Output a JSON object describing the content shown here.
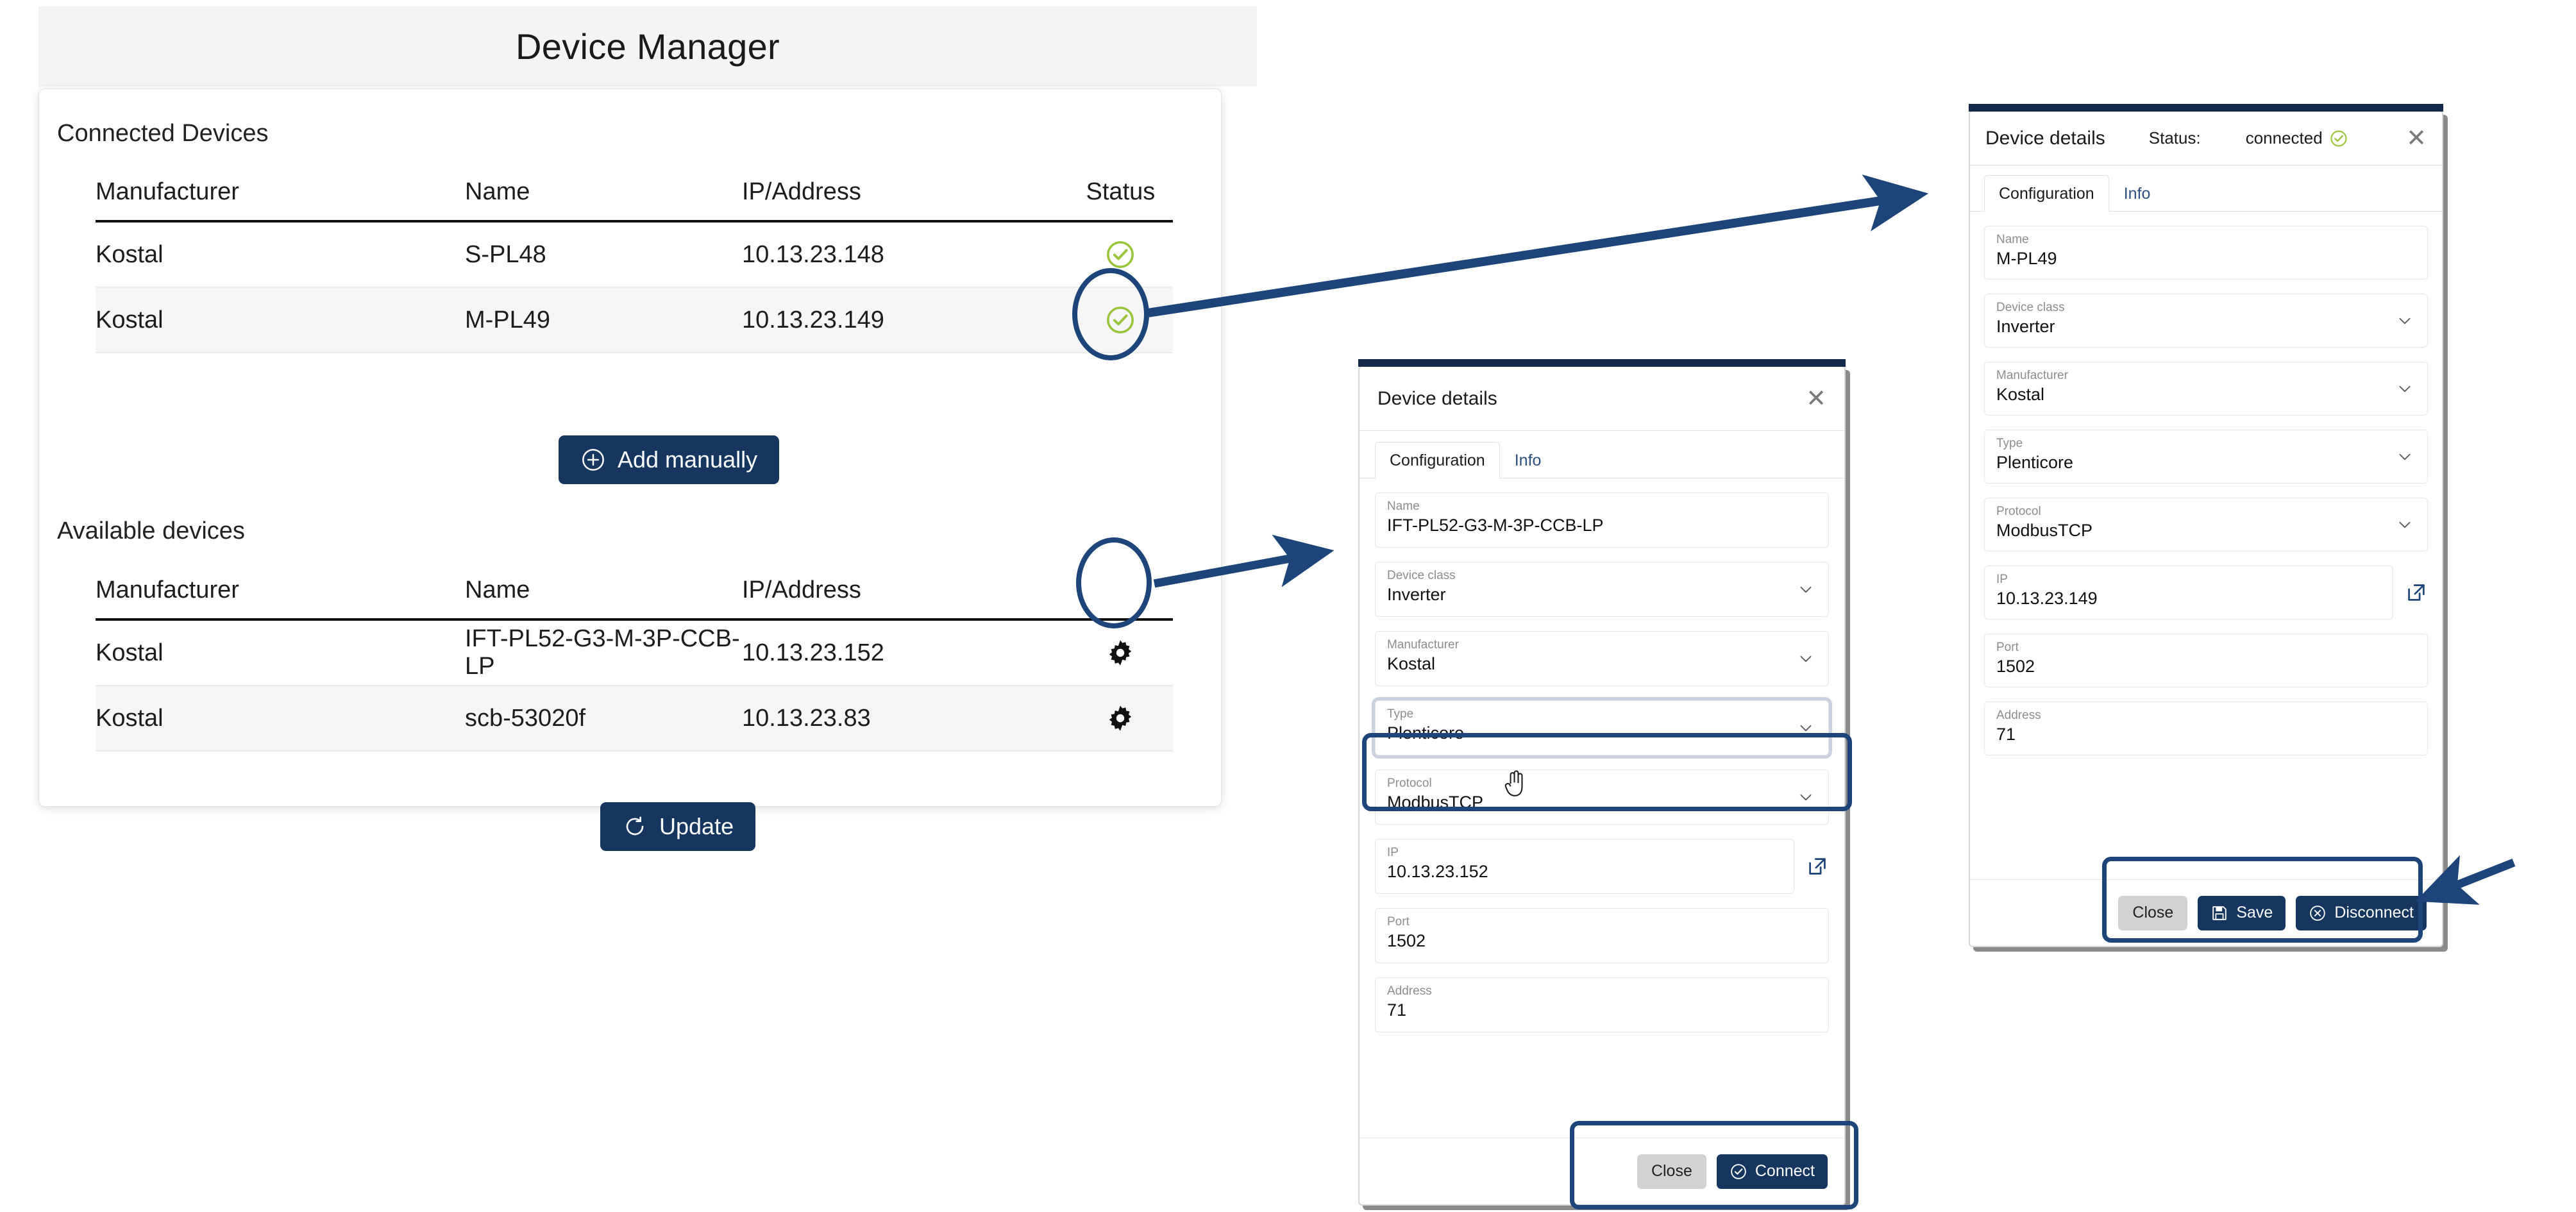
{
  "app": {
    "title": "Device Manager"
  },
  "colors": {
    "primary_navy": "#16365f",
    "annotation_blue": "#1d4579",
    "status_green": "#9ac43c",
    "header_bg": "#f4f4f4",
    "row_alt_bg": "#f6f6f6",
    "button_grey": "#d2d2d2"
  },
  "connected_section": {
    "heading": "Connected Devices",
    "columns": [
      "Manufacturer",
      "Name",
      "IP/Address",
      "Status"
    ],
    "rows": [
      {
        "manufacturer": "Kostal",
        "name": "S-PL48",
        "ip": "10.13.23.148",
        "status_icon": "check-circle-icon"
      },
      {
        "manufacturer": "Kostal",
        "name": "M-PL49",
        "ip": "10.13.23.149",
        "status_icon": "check-circle-icon"
      }
    ],
    "add_button": {
      "label": "Add manually",
      "icon": "plus-circle-icon"
    }
  },
  "available_section": {
    "heading": "Available devices",
    "columns": [
      "Manufacturer",
      "Name",
      "IP/Address"
    ],
    "rows": [
      {
        "manufacturer": "Kostal",
        "name": "IFT-PL52-G3-M-3P-CCB-LP",
        "ip": "10.13.23.152",
        "action_icon": "gear-icon"
      },
      {
        "manufacturer": "Kostal",
        "name": "scb-53020f",
        "ip": "10.13.23.83",
        "action_icon": "gear-icon"
      }
    ],
    "update_button": {
      "label": "Update",
      "icon": "refresh-icon"
    }
  },
  "dialog_available": {
    "title": "Device details",
    "close_icon": "close-icon",
    "tabs": [
      {
        "label": "Configuration",
        "active": true
      },
      {
        "label": "Info",
        "active": false
      }
    ],
    "fields": [
      {
        "label": "Name",
        "value": "IFT-PL52-G3-M-3P-CCB-LP",
        "control": "text"
      },
      {
        "label": "Device class",
        "value": "Inverter",
        "control": "select"
      },
      {
        "label": "Manufacturer",
        "value": "Kostal",
        "control": "select"
      },
      {
        "label": "Type",
        "value": "Plenticore",
        "control": "select"
      },
      {
        "label": "Protocol",
        "value": "ModbusTCP",
        "control": "select"
      },
      {
        "label": "IP",
        "value": "10.13.23.152",
        "control": "text-link"
      },
      {
        "label": "Port",
        "value": "1502",
        "control": "text"
      },
      {
        "label": "Address",
        "value": "71",
        "control": "text"
      }
    ],
    "buttons": [
      {
        "label": "Close",
        "style": "grey",
        "icon": null
      },
      {
        "label": "Connect",
        "style": "navy",
        "icon": "check-circle-icon"
      }
    ]
  },
  "dialog_connected": {
    "title": "Device details",
    "status_label": "Status:",
    "status_value": "connected",
    "status_icon": "check-circle-icon",
    "close_icon": "close-icon",
    "tabs": [
      {
        "label": "Configuration",
        "active": true
      },
      {
        "label": "Info",
        "active": false
      }
    ],
    "fields": [
      {
        "label": "Name",
        "value": "M-PL49",
        "control": "text"
      },
      {
        "label": "Device class",
        "value": "Inverter",
        "control": "select"
      },
      {
        "label": "Manufacturer",
        "value": "Kostal",
        "control": "select"
      },
      {
        "label": "Type",
        "value": "Plenticore",
        "control": "select"
      },
      {
        "label": "Protocol",
        "value": "ModbusTCP",
        "control": "select"
      },
      {
        "label": "IP",
        "value": "10.13.23.149",
        "control": "text-link"
      },
      {
        "label": "Port",
        "value": "1502",
        "control": "text"
      },
      {
        "label": "Address",
        "value": "71",
        "control": "text"
      }
    ],
    "buttons": [
      {
        "label": "Close",
        "style": "grey",
        "icon": null
      },
      {
        "label": "Save",
        "style": "navy",
        "icon": "floppy-disk-icon"
      },
      {
        "label": "Disconnect",
        "style": "navy",
        "icon": "x-circle-icon"
      }
    ]
  }
}
